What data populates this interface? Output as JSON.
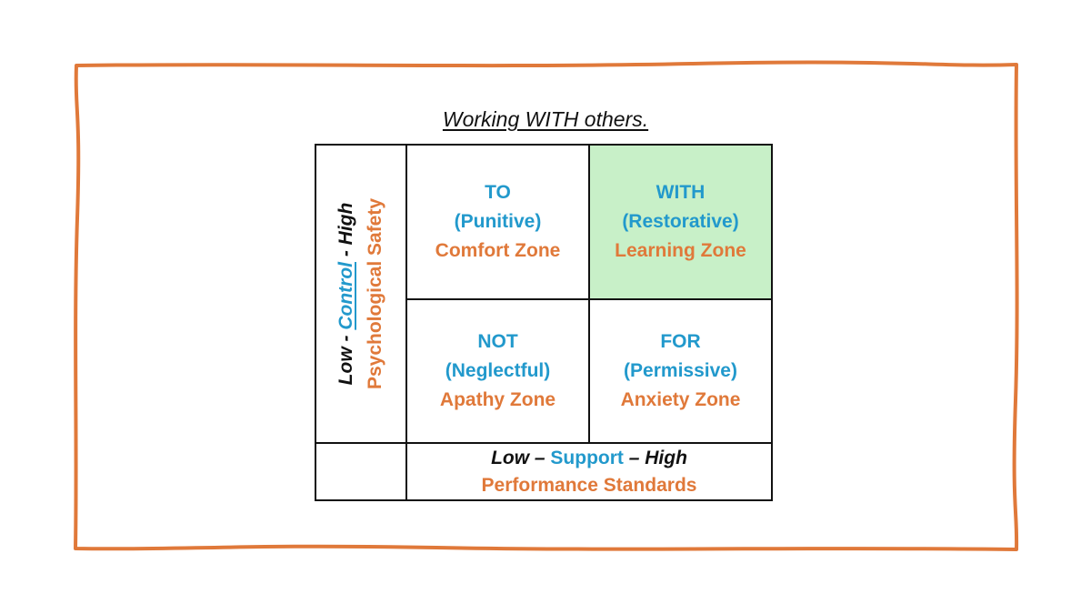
{
  "title": "Working WITH others.",
  "colors": {
    "frame": "#e0793a",
    "blue_text": "#2299cc",
    "orange_text": "#e0793a",
    "highlight_fill": "#c8f0c8",
    "grid_line": "#111111"
  },
  "y_axis": {
    "low": "Low",
    "sep1": " - ",
    "label": "Control",
    "sep2": " - ",
    "high": "High",
    "sublabel": "Psychological Safety"
  },
  "x_axis": {
    "low": "Low",
    "sep1": " – ",
    "label": "Support",
    "sep2": " – ",
    "high": "High",
    "sublabel": "Performance Standards"
  },
  "quadrants": {
    "top_left": {
      "name": "TO",
      "style": "(Punitive)",
      "zone": "Comfort Zone"
    },
    "top_right": {
      "name": "WITH",
      "style": "(Restorative)",
      "zone": "Learning Zone",
      "highlighted": true
    },
    "bottom_left": {
      "name": "NOT",
      "style": "(Neglectful)",
      "zone": "Apathy Zone"
    },
    "bottom_right": {
      "name": "FOR",
      "style": "(Permissive)",
      "zone": "Anxiety Zone"
    }
  }
}
